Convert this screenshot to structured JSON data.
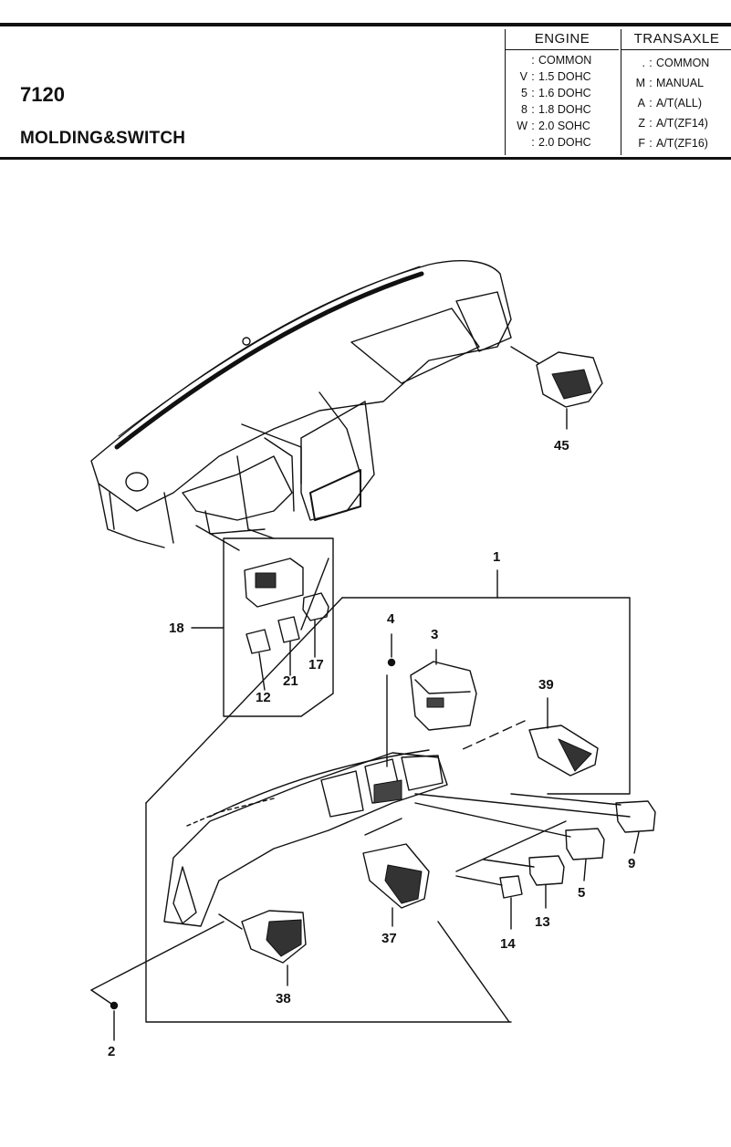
{
  "header": {
    "code": "7120",
    "title": "MOLDING&SWITCH"
  },
  "engine_legend": {
    "heading": "ENGINE",
    "rows": [
      {
        "key": "",
        "label": "COMMON"
      },
      {
        "key": "V",
        "label": "1.5 DOHC"
      },
      {
        "key": "5",
        "label": "1.6 DOHC"
      },
      {
        "key": "8",
        "label": "1.8 DOHC"
      },
      {
        "key": "W",
        "label": "2.0 SOHC"
      },
      {
        "key": "",
        "label": "2.0 DOHC"
      }
    ]
  },
  "transaxle_legend": {
    "heading": "TRANSAXLE",
    "rows": [
      {
        "key": ".",
        "label": "COMMON"
      },
      {
        "key": "M",
        "label": "MANUAL"
      },
      {
        "key": "A",
        "label": "A/T(ALL)"
      },
      {
        "key": "Z",
        "label": "A/T(ZF14)"
      },
      {
        "key": "F",
        "label": "A/T(ZF16)"
      }
    ]
  },
  "callouts": {
    "c45": "45",
    "c1": "1",
    "c18": "18",
    "c4": "4",
    "c3": "3",
    "c17": "17",
    "c21": "21",
    "c12": "12",
    "c39": "39",
    "c9": "9",
    "c5": "5",
    "c13": "13",
    "c14": "14",
    "c37": "37",
    "c38": "38",
    "c2": "2"
  },
  "colors": {
    "ink": "#111111",
    "paper": "#ffffff",
    "shade": "#444444"
  }
}
